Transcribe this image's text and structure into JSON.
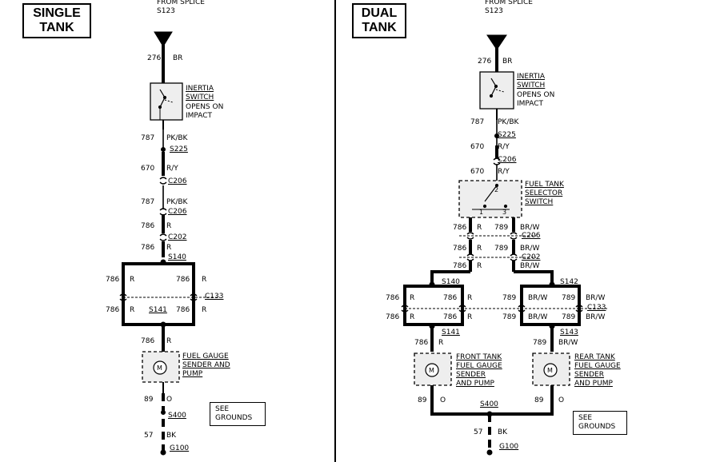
{
  "single": {
    "title_line1": "SINGLE",
    "title_line2": "TANK",
    "from_line1": "FROM SPLICE",
    "from_line2": "S123",
    "inertia_line1": "INERTIA",
    "inertia_line2": "SWITCH",
    "inertia_line3": "OPENS ON",
    "inertia_line4": "IMPACT",
    "sender_line1": "FUEL GAUGE",
    "sender_line2": "SENDER AND",
    "sender_line3": "PUMP",
    "see_line1": "SEE",
    "see_line2": "GROUNDS",
    "w276": "276",
    "c_br": "BR",
    "w787a": "787",
    "c_pkbk_a": "PK/BK",
    "s225": "S225",
    "w670": "670",
    "c_ry": "R/Y",
    "c206a": "C206",
    "w787b": "787",
    "c_pkbk_b": "PK/BK",
    "c206b": "C206",
    "w786a": "786",
    "c_ra": "R",
    "c202": "C202",
    "w786b": "786",
    "c_rb": "R",
    "s140": "S140",
    "w786_lt": "786",
    "c_r_lt": "R",
    "w786_rt": "786",
    "c_r_rt": "R",
    "c133": "C133",
    "w786_lb": "786",
    "c_r_lb": "R",
    "s141": "S141",
    "w786_rb": "786",
    "c_r_rb": "R",
    "w786c": "786",
    "c_rc": "R",
    "w89": "89",
    "c_o": "O",
    "s400": "S400",
    "w57": "57",
    "c_bk": "BK",
    "g100": "G100",
    "motor": "M"
  },
  "dual": {
    "title_line1": "DUAL",
    "title_line2": "TANK",
    "from_line1": "FROM SPLICE",
    "from_line2": "S123",
    "inertia_line1": "INERTIA",
    "inertia_line2": "SWITCH",
    "inertia_line3": "OPENS ON",
    "inertia_line4": "IMPACT",
    "selector_line1": "FUEL TANK",
    "selector_line2": "SELECTOR",
    "selector_line3": "SWITCH",
    "front_line1": "FRONT TANK",
    "front_line2": "FUEL GAUGE",
    "front_line3": "SENDER",
    "front_line4": "AND PUMP",
    "rear_line1": "REAR TANK",
    "rear_line2": "FUEL GAUGE",
    "rear_line3": "SENDER",
    "rear_line4": "AND PUMP",
    "see_line1": "SEE",
    "see_line2": "GROUNDS",
    "w276": "276",
    "c_br": "BR",
    "w787": "787",
    "c_pkbk": "PK/BK",
    "s225": "S225",
    "w670a": "670",
    "c_ry_a": "R/Y",
    "c206a": "C206",
    "w670b": "670",
    "c_ry_b": "R/Y",
    "pin1": "1",
    "pin2": "2",
    "pin3": "3",
    "w786a": "786",
    "c_ra": "R",
    "w789a": "789",
    "c_brw_a": "BR/W",
    "c206b": "C206",
    "w786b": "786",
    "c_rb": "R",
    "w789b": "789",
    "c_brw_b": "BR/W",
    "c202": "C202",
    "w786c": "786",
    "c_rc": "R",
    "c_brw_c": "BR/W",
    "s140": "S140",
    "s142": "S142",
    "w786_l1": "786",
    "c_r_l1": "R",
    "w786_m1": "786",
    "c_r_m1": "R",
    "w789_m1": "789",
    "c_brw_m1": "BR/W",
    "w789_r1": "789",
    "c_brw_r1": "BR/W",
    "c133": "C133",
    "w786_l2": "786",
    "c_r_l2": "R",
    "w786_m2": "786",
    "c_r_m2": "R",
    "w789_m2": "789",
    "c_brw_m2": "BR/W",
    "w789_r2": "789",
    "c_brw_r2": "BR/W",
    "s141": "S141",
    "s143": "S143",
    "w786d": "786",
    "c_rd": "R",
    "w789d": "789",
    "c_brw_d": "BR/W",
    "w89a": "89",
    "c_oa": "O",
    "s400": "S400",
    "w89b": "89",
    "c_ob": "O",
    "w57": "57",
    "c_bk": "BK",
    "g100": "G100",
    "motor_front": "M",
    "motor_rear": "M"
  }
}
